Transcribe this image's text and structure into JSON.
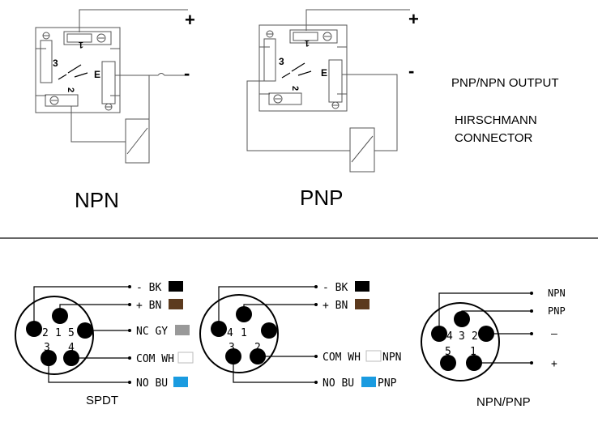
{
  "colors": {
    "black": "#000000",
    "brown": "#5c3a1e",
    "gray": "#999999",
    "white": "#ffffff",
    "blue": "#1a9be0"
  },
  "top": {
    "npn": {
      "title": "NPN",
      "plus": "+",
      "minus": "-",
      "pin1": "1",
      "pin2": "2",
      "pin3": "3",
      "pinE": "E"
    },
    "pnp": {
      "title": "PNP",
      "plus": "+",
      "minus": "-",
      "pin1": "1",
      "pin2": "2",
      "pin3": "3",
      "pinE": "E"
    },
    "note_output": "PNP/NPN OUTPUT",
    "note_connector_line1": "HIRSCHMANN",
    "note_connector_line2": "CONNECTOR"
  },
  "bottom": {
    "spdt": {
      "title": "SPDT",
      "pins": [
        "2",
        "1",
        "5",
        "3",
        "4"
      ],
      "wires": [
        {
          "label": "- BK",
          "color": "black"
        },
        {
          "label": "+ BN",
          "color": "brown"
        },
        {
          "label": "NC GY",
          "color": "gray"
        },
        {
          "label": "COM WH",
          "color": "white"
        },
        {
          "label": "NO BU",
          "color": "blue"
        }
      ]
    },
    "four_pin": {
      "pins": [
        "4",
        "1",
        "3",
        "2"
      ],
      "wires": [
        {
          "label": "- BK",
          "color": "black",
          "suffix": ""
        },
        {
          "label": "+ BN",
          "color": "brown",
          "suffix": ""
        },
        {
          "label": "COM WH",
          "color": "white",
          "suffix": "NPN"
        },
        {
          "label": "NO BU",
          "color": "blue",
          "suffix": "PNP"
        }
      ]
    },
    "npn_pnp": {
      "title": "NPN/PNP",
      "pins": [
        "4",
        "3",
        "2",
        "5",
        "1"
      ],
      "wires": [
        "NPN",
        "PNP",
        "–",
        "+"
      ]
    }
  }
}
